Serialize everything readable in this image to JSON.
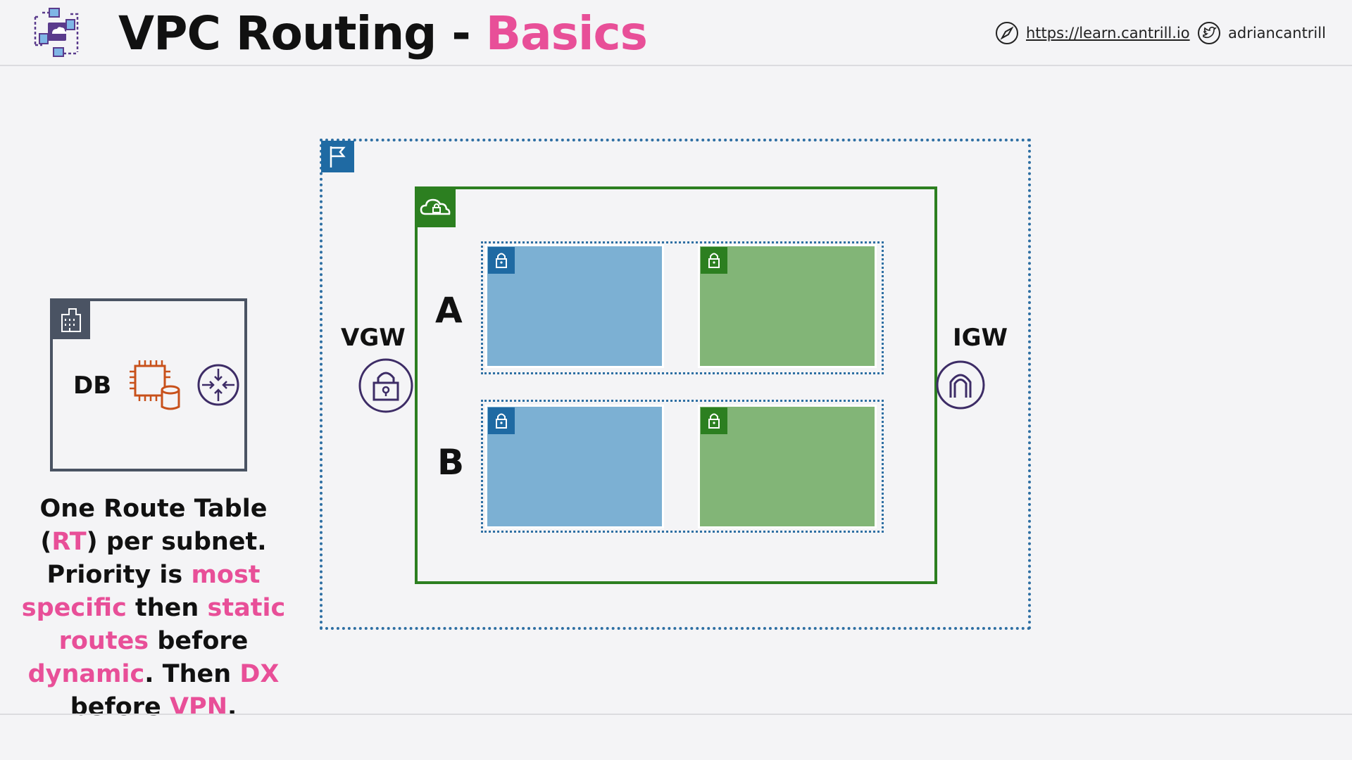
{
  "header": {
    "title_main": "VPC Routing - ",
    "title_accent": "Basics",
    "link_text": "https://learn.cantrill.io",
    "twitter_handle": "adriancantrill",
    "icons": {
      "logo": "network-logo-icon",
      "compass": "compass-icon",
      "twitter": "twitter-bird-icon"
    }
  },
  "diagram": {
    "az_a_label": "A",
    "az_b_label": "B",
    "vgw_label": "VGW",
    "igw_label": "IGW",
    "onprem_label": "DB",
    "colors": {
      "region_border": "#2e6fa3",
      "vpc_border": "#2c7f20",
      "public_subnet": "#7cb0d3",
      "private_subnet": "#82b577",
      "accent": "#e84f98",
      "vgw_igw": "#3d2c66",
      "server": "#c8511b"
    },
    "icons": [
      "region-flag-icon",
      "vpc-cloud-lock-icon",
      "subnet-lock-icon",
      "vgw-lock-icon",
      "igw-arch-icon",
      "corporate-building-icon",
      "server-db-icon",
      "router-icon"
    ]
  },
  "note": {
    "p1": "One Route Table (",
    "p2": "RT",
    "p3": ") per subnet. Priority is ",
    "p4": "most specific",
    "p5": " then ",
    "p6": "static routes",
    "p7": " before ",
    "p8": "dynamic",
    "p9": ". Then ",
    "p10": "DX",
    "p11": " before ",
    "p12": "VPN",
    "p13": "."
  }
}
